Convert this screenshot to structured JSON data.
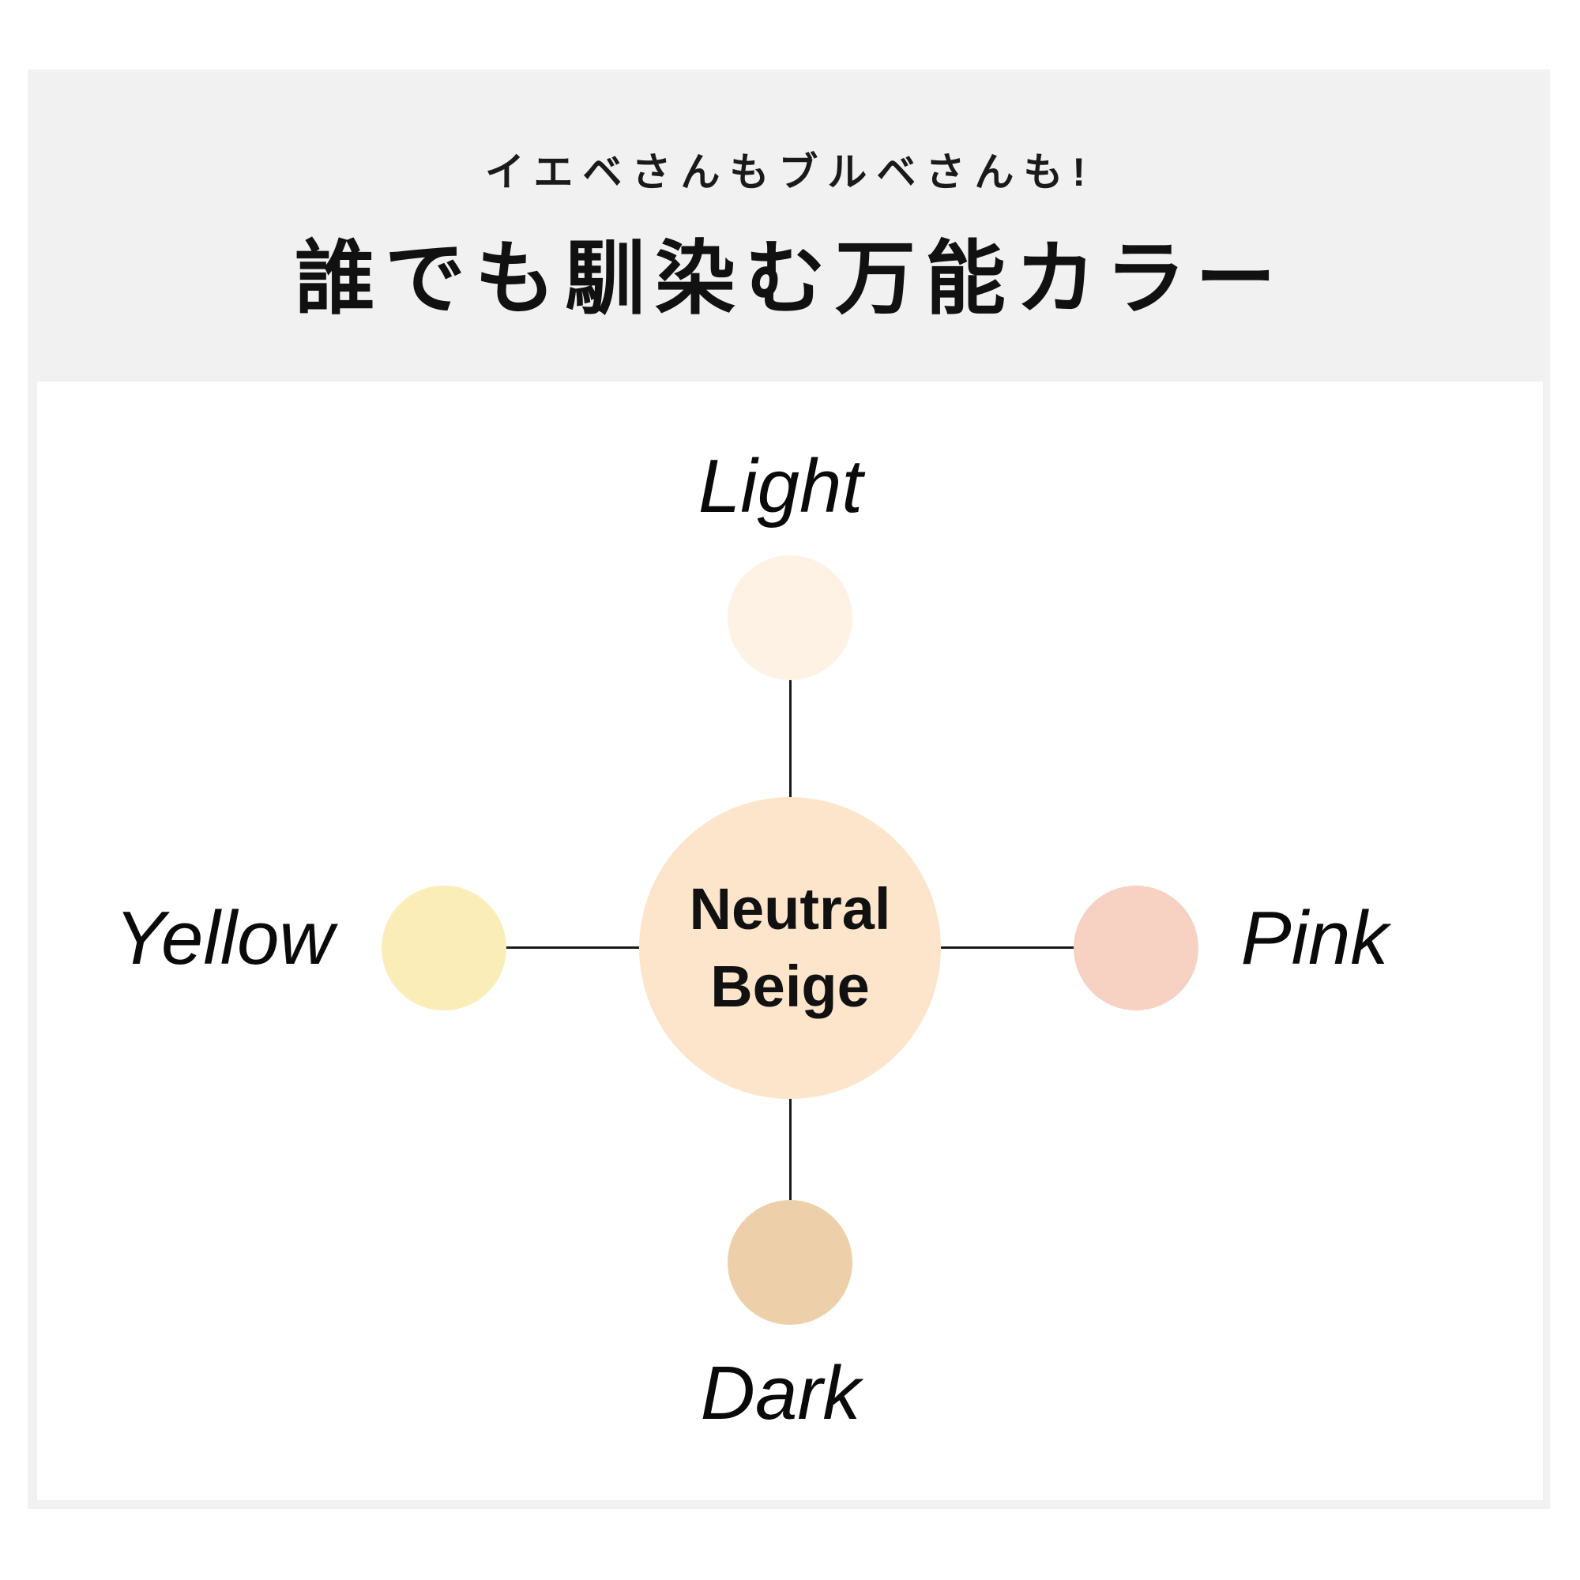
{
  "page": {
    "bg": "#ffffff"
  },
  "header": {
    "bg": "#f1f1f1",
    "subtitle": "イエベさんもブルベさんも!",
    "title": "誰でも馴染む万能カラー",
    "text_color": "#1a1a1a"
  },
  "diagram": {
    "panel_bg": "#ffffff",
    "connector_color": "#1a1a1a",
    "center": {
      "line1": "Neutral",
      "line2": "Beige",
      "color": "#fce5ca",
      "text_color": "#111111"
    },
    "nodes": [
      {
        "id": "light",
        "label": "Light",
        "color": "#fdf2e4",
        "position": "top"
      },
      {
        "id": "pink",
        "label": "Pink",
        "color": "#f7d2c2",
        "position": "right"
      },
      {
        "id": "dark",
        "label": "Dark",
        "color": "#edcfa9",
        "position": "bottom"
      },
      {
        "id": "yellow",
        "label": "Yellow",
        "color": "#fbedb7",
        "position": "left"
      }
    ]
  }
}
